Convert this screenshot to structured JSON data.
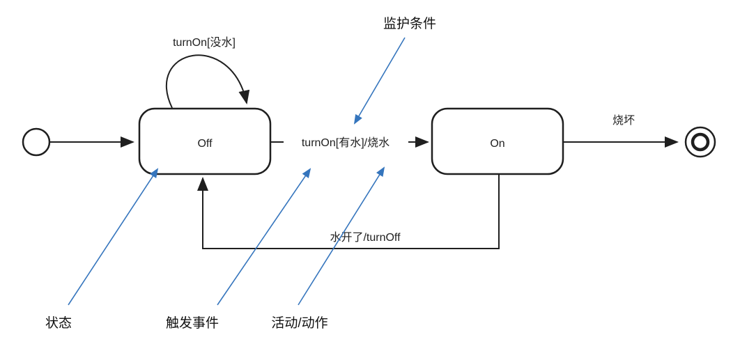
{
  "diagram": {
    "type": "uml-state-machine",
    "states": {
      "off": "Off",
      "on": "On"
    },
    "transitions": {
      "self_loop": "turnOn[没水]",
      "off_to_on": "turnOn[有水]/烧水",
      "on_to_final": "烧坏",
      "on_to_off": "水开了/turnOff"
    },
    "annotations": {
      "guard": "监护条件",
      "state": "状态",
      "trigger": "触发事件",
      "action": "活动/动作"
    },
    "colors": {
      "stroke": "#1f1f1f",
      "annotation_blue": "#3575bd",
      "background": "#ffffff"
    }
  }
}
